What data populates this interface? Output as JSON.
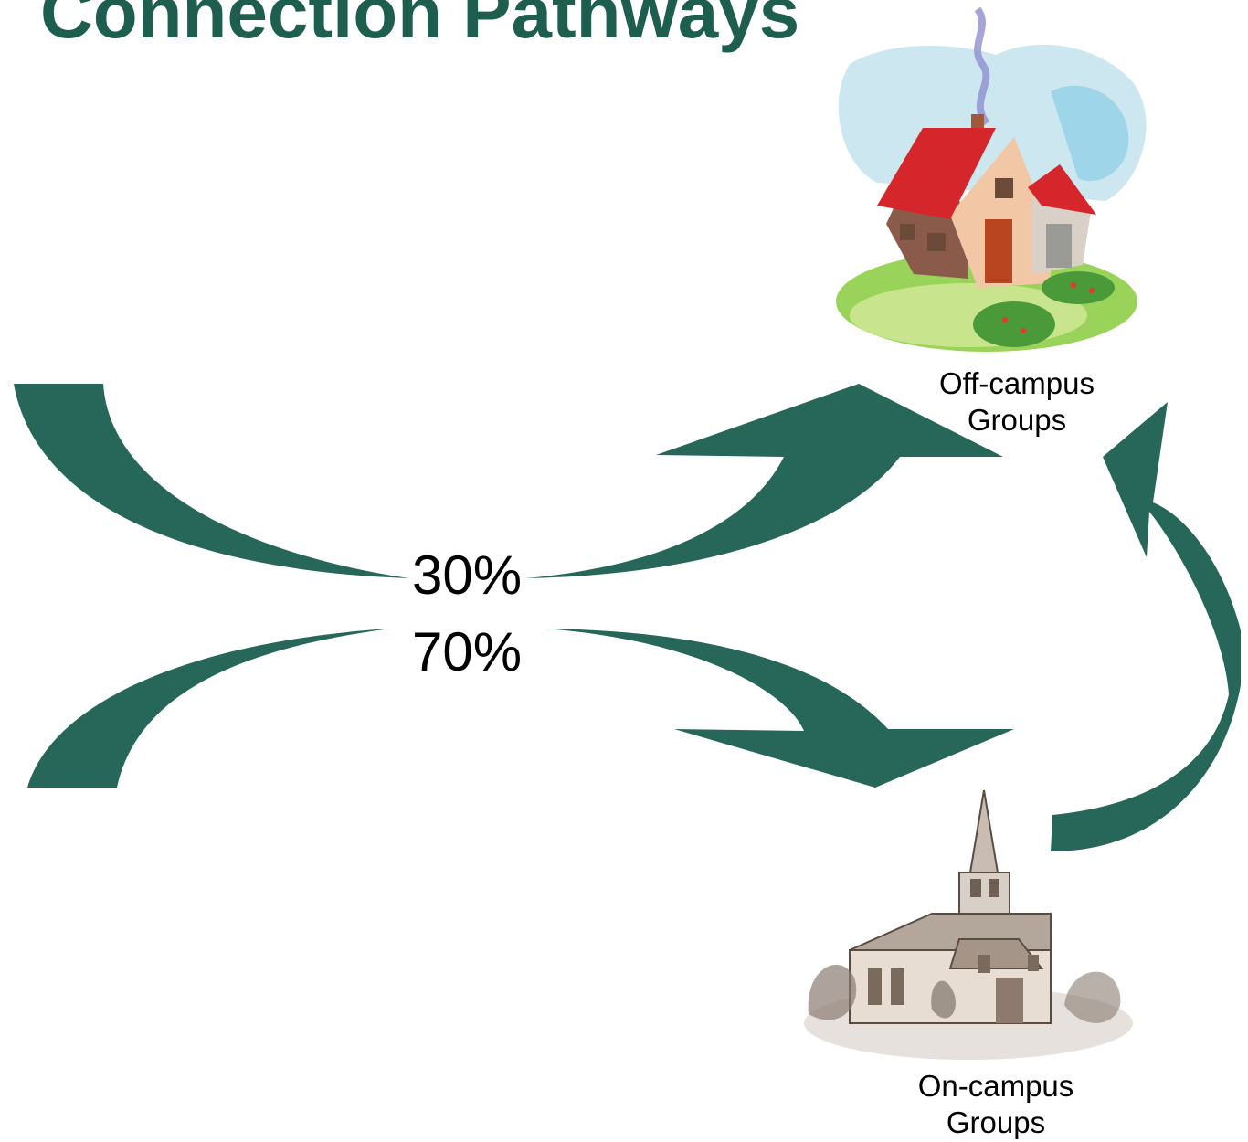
{
  "slide": {
    "title": "Connection Pathways",
    "title_color": "#1e5e4e",
    "arrow_color": "#26675a"
  },
  "flows": [
    {
      "percent": "30%",
      "destination": "Off-campus Groups"
    },
    {
      "percent": "70%",
      "destination": "On-campus Groups"
    }
  ],
  "destinations": {
    "off_campus": {
      "line1": "Off-campus",
      "line2": "Groups",
      "icon": "house-illustration"
    },
    "on_campus": {
      "line1": "On-campus",
      "line2": "Groups",
      "icon": "church-illustration"
    }
  }
}
